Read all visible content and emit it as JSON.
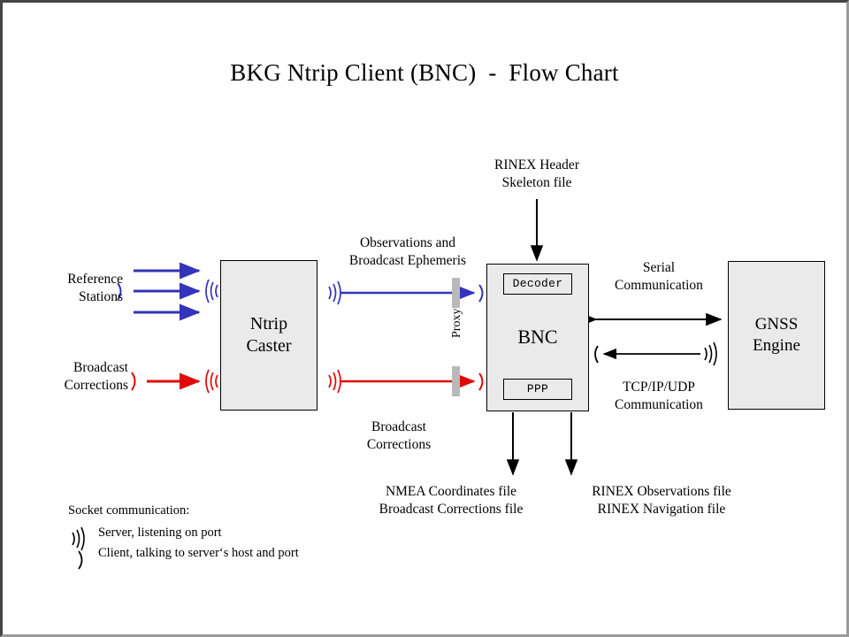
{
  "title": "BKG Ntrip Client (BNC)  -  Flow Chart",
  "colors": {
    "blue": "#3333bb",
    "red": "#e00808",
    "black": "#000000",
    "box_fill": "#eaeaea",
    "proxy_block": "#b9b9b9",
    "frame_dark": "#444444",
    "frame_light": "#9a9a9a"
  },
  "nodes": {
    "reference_stations": {
      "line1": "Reference",
      "line2": "Stations"
    },
    "broadcast_corrections_src": {
      "line1": "Broadcast",
      "line2": "Corrections"
    },
    "ntrip_caster": {
      "line1": "Ntrip",
      "line2": "Caster"
    },
    "bnc": {
      "title": "BNC",
      "decoder": "Decoder",
      "ppp": "PPP"
    },
    "gnss_engine": {
      "line1": "GNSS",
      "line2": "Engine"
    },
    "proxy": {
      "label": "Proxy"
    }
  },
  "edge_labels": {
    "observations": {
      "line1": "Observations and",
      "line2": "Broadcast Ephemeris"
    },
    "broadcast_corrections": {
      "line1": "Broadcast",
      "line2": "Corrections"
    },
    "rinex_header": {
      "line1": "RINEX Header",
      "line2": "Skeleton file"
    },
    "serial": {
      "line1": "Serial",
      "line2": "Communication"
    },
    "tcpip": {
      "line1": "TCP/IP/UDP",
      "line2": "Communication"
    }
  },
  "outputs": {
    "left": {
      "line1": "NMEA Coordinates file",
      "line2": "Broadcast Corrections file"
    },
    "right": {
      "line1": "RINEX Observations file",
      "line2": "RINEX Navigation file"
    }
  },
  "legend": {
    "heading": "Socket communication:",
    "items": [
      {
        "icon": "server-signal-icon",
        "text": "Server, listening on port"
      },
      {
        "icon": "client-paren-icon",
        "text": "Client, talking to server‘s host and port"
      }
    ]
  }
}
